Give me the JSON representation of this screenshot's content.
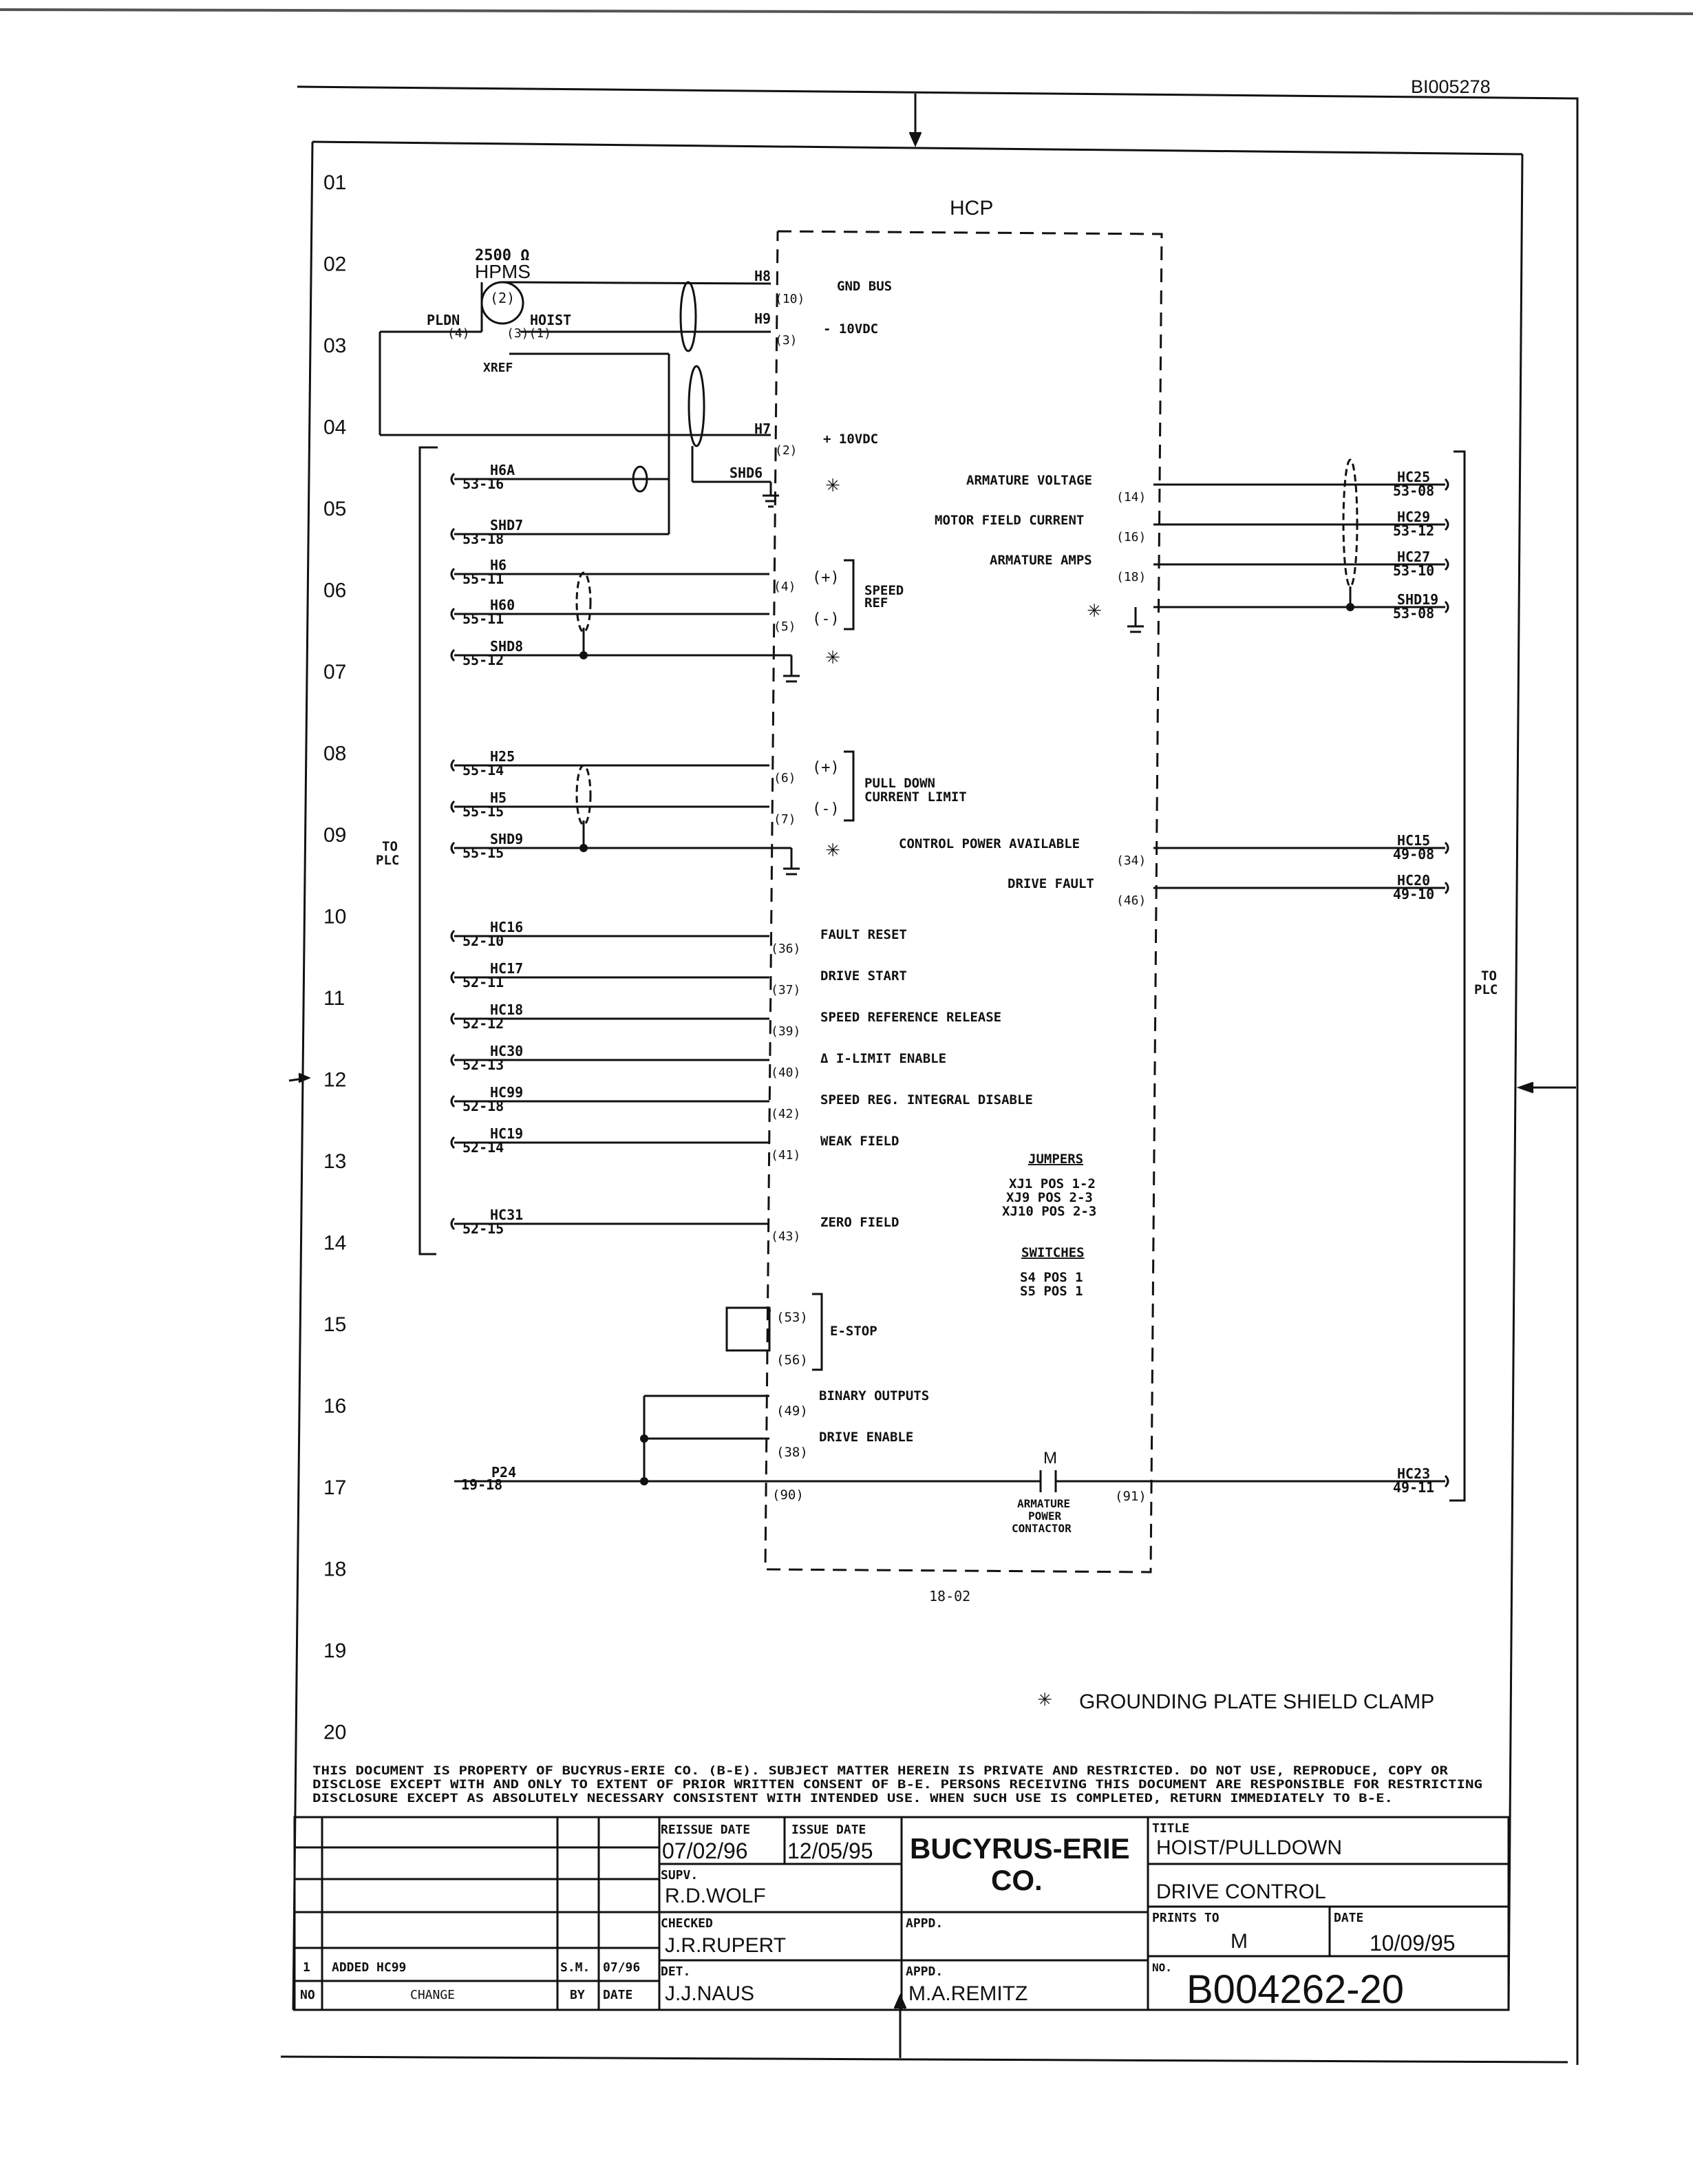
{
  "doc_id": "BI005278",
  "row_numbers": [
    "01",
    "02",
    "03",
    "04",
    "05",
    "06",
    "07",
    "08",
    "09",
    "10",
    "11",
    "12",
    "13",
    "14",
    "15",
    "16",
    "17",
    "18",
    "19",
    "20"
  ],
  "hcp": {
    "title": "HCP",
    "footer_ref": "18-02"
  },
  "hpms": {
    "rating": "2500 Ω",
    "name": "HPMS",
    "pin2": "(2)",
    "pin4_label": "PLDN",
    "pin4": "(4)",
    "pin3_label": "HOIST",
    "pin3": "(3)(1)",
    "xref": "XREF"
  },
  "top_terminals": [
    {
      "tag": "H8",
      "pin": "(10)",
      "label": "GND BUS"
    },
    {
      "tag": "H9",
      "pin": "(3)",
      "label": "- 10VDC"
    },
    {
      "tag": "H7",
      "pin": "(2)",
      "label": "+ 10VDC"
    }
  ],
  "shd6": "SHD6",
  "left_inputs": [
    {
      "tag": "H6A",
      "ref": "53-16"
    },
    {
      "tag": "SHD7",
      "ref": "53-18"
    },
    {
      "tag": "H6",
      "ref": "55-11",
      "pin": "(4)"
    },
    {
      "tag": "H60",
      "ref": "55-11",
      "pin": "(5)"
    },
    {
      "tag": "SHD8",
      "ref": "55-12"
    },
    {
      "tag": "H25",
      "ref": "55-14",
      "pin": "(6)"
    },
    {
      "tag": "H5",
      "ref": "55-15",
      "pin": "(7)"
    },
    {
      "tag": "SHD9",
      "ref": "55-15"
    }
  ],
  "speed_ref": {
    "plus": "(+)",
    "minus": "(-)",
    "label1": "SPEED",
    "label2": "REF"
  },
  "pull_down": {
    "plus": "(+)",
    "minus": "(-)",
    "label1": "PULL DOWN",
    "label2": "CURRENT LIMIT"
  },
  "to_plc": "TO PLC",
  "to_plc_left_1": "TO",
  "to_plc_left_2": "PLC",
  "plc_inputs": [
    {
      "tag": "HC16",
      "ref": "52-10",
      "pin": "(36)",
      "label": "FAULT RESET"
    },
    {
      "tag": "HC17",
      "ref": "52-11",
      "pin": "(37)",
      "label": "DRIVE START"
    },
    {
      "tag": "HC18",
      "ref": "52-12",
      "pin": "(39)",
      "label": "SPEED REFERENCE RELEASE"
    },
    {
      "tag": "HC30",
      "ref": "52-13",
      "pin": "(40)",
      "label": "Δ I-LIMIT ENABLE"
    },
    {
      "tag": "HC99",
      "ref": "52-18",
      "pin": "(42)",
      "label": "SPEED REG. INTEGRAL DISABLE"
    },
    {
      "tag": "HC19",
      "ref": "52-14",
      "pin": "(41)",
      "label": "WEAK FIELD"
    },
    {
      "tag": "HC31",
      "ref": "52-15",
      "pin": "(43)",
      "label": "ZERO FIELD"
    }
  ],
  "estop": {
    "pin1": "(53)",
    "pin2": "(56)",
    "label": "E-STOP"
  },
  "outputs": [
    {
      "pin": "(49)",
      "label": "BINARY OUTPUTS"
    },
    {
      "pin": "(38)",
      "label": "DRIVE ENABLE"
    },
    {
      "pin": "(90)",
      "label": ""
    }
  ],
  "p24": {
    "tag": "P24",
    "ref": "19-18"
  },
  "contactor": {
    "letter": "M",
    "label1": "ARMATURE",
    "label2": "POWER",
    "label3": "CONTACTOR",
    "pin": "(91)"
  },
  "right_outputs": [
    {
      "label": "ARMATURE VOLTAGE",
      "pin": "(14)",
      "tag": "HC25",
      "ref": "53-08"
    },
    {
      "label": "MOTOR FIELD CURRENT",
      "pin": "(16)",
      "tag": "HC29",
      "ref": "53-12"
    },
    {
      "label": "ARMATURE AMPS",
      "pin": "(18)",
      "tag": "HC27",
      "ref": "53-10"
    },
    {
      "label": "",
      "pin": "",
      "tag": "SHD19",
      "ref": "53-08"
    },
    {
      "label": "CONTROL POWER AVAILABLE",
      "pin": "(34)",
      "tag": "HC15",
      "ref": "49-08"
    },
    {
      "label": "DRIVE FAULT",
      "pin": "(46)",
      "tag": "HC20",
      "ref": "49-10"
    },
    {
      "label": "",
      "pin": "",
      "tag": "HC23",
      "ref": "49-11"
    }
  ],
  "jumpers": {
    "title": "JUMPERS",
    "lines": [
      "XJ1 POS 1-2",
      "XJ9 POS 2-3",
      "XJ10 POS 2-3"
    ]
  },
  "switches": {
    "title": "SWITCHES",
    "lines": [
      "S4 POS 1",
      "S5 POS 1"
    ]
  },
  "ground_symbol": "✳",
  "ground_note": "GROUNDING PLATE SHIELD CLAMP",
  "notice": [
    "THIS DOCUMENT IS PROPERTY OF BUCYRUS-ERIE CO. (B-E). SUBJECT MATTER HEREIN IS PRIVATE AND RESTRICTED. DO NOT USE, REPRODUCE, COPY OR",
    "DISCLOSE EXCEPT WITH AND ONLY TO EXTENT OF PRIOR WRITTEN CONSENT OF B-E. PERSONS RECEIVING THIS DOCUMENT ARE RESPONSIBLE FOR RESTRICTING",
    "DISCLOSURE EXCEPT AS ABSOLUTELY NECESSARY CONSISTENT WITH INTENDED USE. WHEN SUCH USE IS COMPLETED, RETURN IMMEDIATELY TO B-E."
  ],
  "title_block": {
    "reissue_date_label": "REISSUE DATE",
    "reissue_date": "07/02/96",
    "issue_date_label": "ISSUE DATE",
    "issue_date": "12/05/95",
    "company1": "BUCYRUS-ERIE",
    "company2": "CO.",
    "title_label": "TITLE",
    "title1": "HOIST/PULLDOWN",
    "title2": "DRIVE CONTROL",
    "supv_label": "SUPV.",
    "supv": "R.D.WOLF",
    "checked_label": "CHECKED",
    "checked": "J.R.RUPERT",
    "appd_label": "APPD.",
    "appd1": "",
    "appd2": "M.A.REMITZ",
    "det_label": "DET.",
    "det": "J.J.NAUS",
    "prints_to_label": "PRINTS TO",
    "prints_to": "M",
    "date_label": "DATE",
    "date": "10/09/95",
    "no_label": "NO.",
    "number": "B004262-20",
    "rev_no": "1",
    "rev_change": "ADDED HC99",
    "rev_by": "S.M.",
    "rev_date": "07/96",
    "hdr_no": "NO",
    "hdr_change": "CHANGE",
    "hdr_by": "BY",
    "hdr_date": "DATE"
  }
}
